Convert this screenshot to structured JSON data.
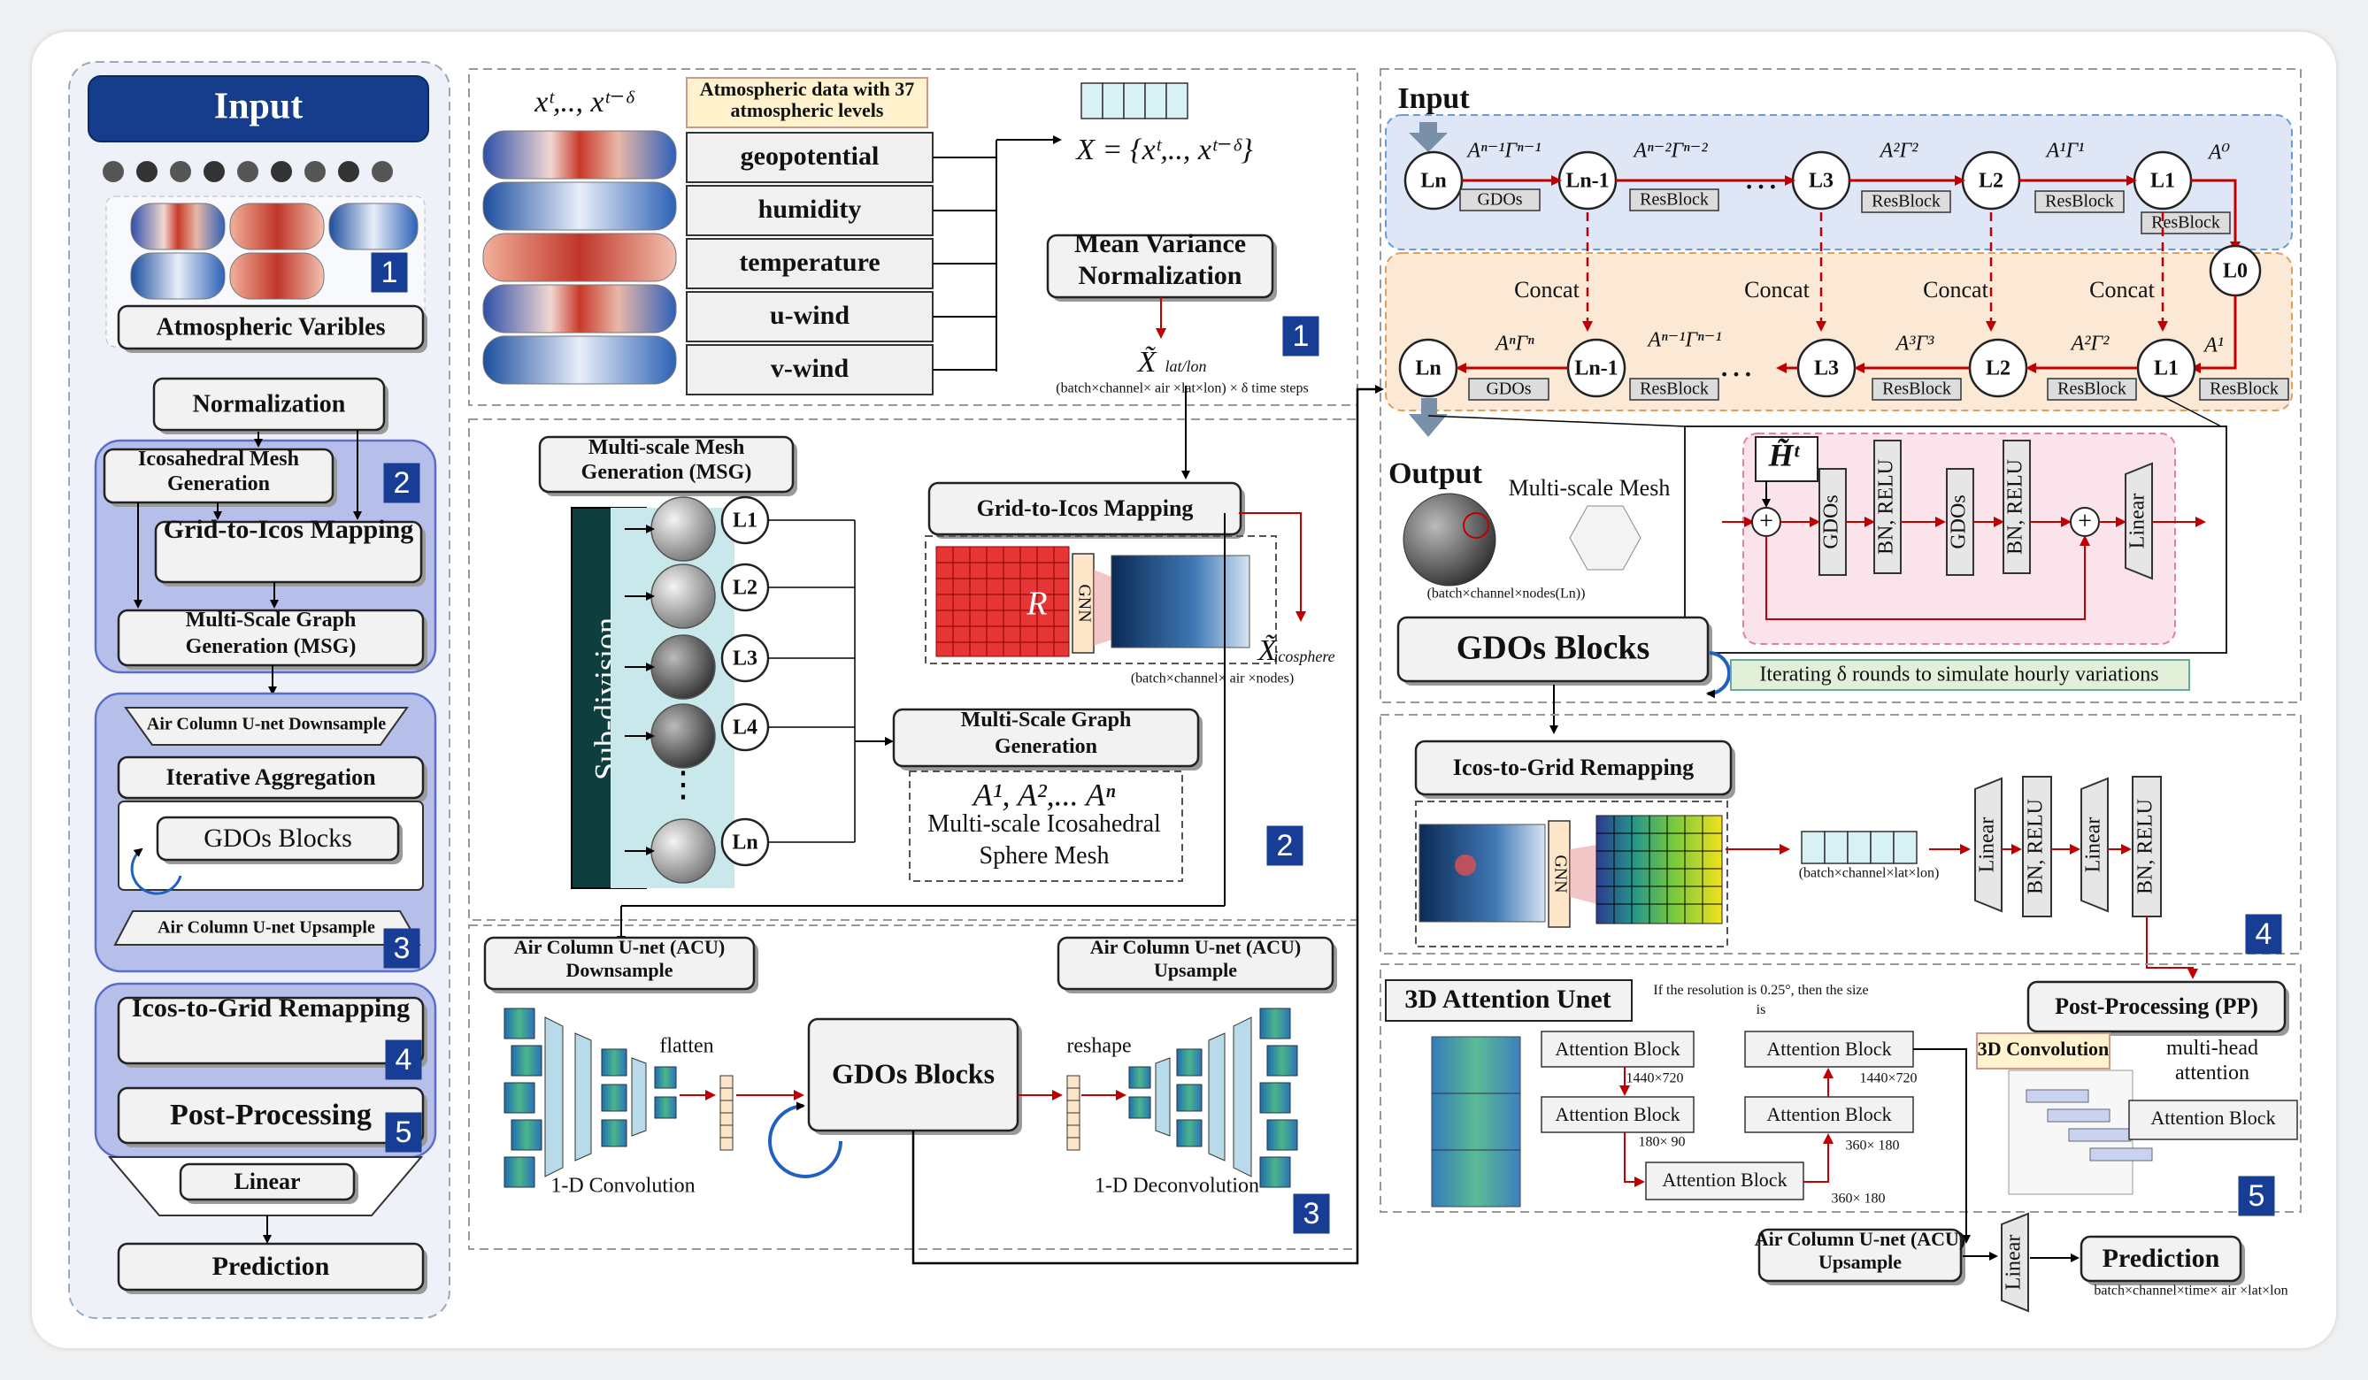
{
  "colors": {
    "blue_fill": "#dfe6f6",
    "left_panel": "#eef2f8",
    "title_fill": "#163d8c",
    "badge": "#173d95",
    "arrow_red": "#c00000",
    "orange_fill": "#fbe9d5",
    "pink_fill": "#fbe3ec",
    "green_note": "#e2f0d9",
    "yellow_label": "#fff2cc",
    "purple": "#5b6ec9"
  },
  "left": {
    "title": "Input",
    "atmos": "Atmospheric Varibles",
    "norm": "Normalization",
    "ico_mesh": "Icosahedral Mesh Generation",
    "g2i": "Grid-to-Icos Mapping",
    "msg": "Multi-Scale Graph Generation (MSG)",
    "acu_down": "Air Column U-net Downsample",
    "iter": "Iterative Aggregation",
    "gdos": "GDOs Blocks",
    "acu_up": "Air Column U-net Upsample",
    "i2g": "Icos-to-Grid Remapping",
    "post": "Post-Processing",
    "linear": "Linear",
    "pred": "Prediction",
    "badges": [
      "1",
      "2",
      "3",
      "4",
      "5"
    ]
  },
  "p1": {
    "xseq": "xᵗ,.., xᵗ⁻ᵟ",
    "atm_title": "Atmospheric data with 37 atmospheric levels",
    "vars": [
      "geopotential",
      "humidity",
      "temperature",
      "u-wind",
      "v-wind"
    ],
    "X_eq": "X = {xᵗ,.., xᵗ⁻ᵟ}",
    "mvn": "Mean Variance Normalization",
    "xlatlon": "X̃",
    "xlatlon_sub": "lat/lon",
    "xlatlon_dim": "(batch×channel× air ×lat×lon) × δ time steps",
    "badge": "1"
  },
  "p2": {
    "msg_title": "Multi-scale Mesh Generation (MSG)",
    "subdiv": "Sub-division",
    "levels": [
      "L1",
      "L2",
      "L3",
      "L4",
      "Ln"
    ],
    "g2i": "Grid-to-Icos Mapping",
    "gnn": "GNN",
    "R": "R",
    "xico": "X̃",
    "xico_sub": "icosphere",
    "xico_dim": "(batch×channel× air ×nodes)",
    "msgg": "Multi-Scale Graph Generation",
    "A_seq": "A¹, A²,... Aⁿ",
    "mim": "Multi-scale Icosahedral Sphere Mesh",
    "badge": "2"
  },
  "p3": {
    "acu_down": "Air Column U-net (ACU) Downsample",
    "acu_up": "Air Column U-net (ACU) Upsample",
    "flatten": "flatten",
    "reshape": "reshape",
    "gdos": "GDOs Blocks",
    "conv": "1-D Convolution",
    "deconv": "1-D Deconvolution",
    "badge": "3"
  },
  "r1": {
    "input": "Input",
    "top_nodes": [
      "Ln",
      "Ln-1",
      "L3",
      "L2",
      "L1"
    ],
    "top_labels": [
      "Aⁿ⁻¹Γⁿ⁻¹",
      "Aⁿ⁻²Γⁿ⁻²",
      "A²Γ²",
      "A¹Γ¹",
      "A⁰"
    ],
    "top_tags": [
      "GDOs",
      "ResBlock",
      "ResBlock",
      "ResBlock",
      "ResBlock"
    ],
    "dots": "…",
    "l0": "L0",
    "concat": [
      "Concat",
      "Concat",
      "Concat",
      "Concat"
    ],
    "bot_nodes": [
      "Ln",
      "Ln-1",
      "L3",
      "L2",
      "L1"
    ],
    "bot_labels": [
      "AⁿΓⁿ",
      "Aⁿ⁻¹Γⁿ⁻¹",
      "A³Γ³",
      "A²Γ²",
      "A¹"
    ],
    "bot_tags": [
      "GDOs",
      "ResBlock",
      "ResBlock",
      "ResBlock",
      "ResBlock"
    ],
    "output": "Output",
    "out_dim": "(batch×channel×nodes(Ln))",
    "msm": "Multi-scale Mesh",
    "Ht": "H̃ᵗ",
    "blocks": [
      "GDOs",
      "BN, RELU",
      "GDOs",
      "BN, RELU",
      "Linear"
    ],
    "gdos_big": "GDOs Blocks",
    "iter_note": "Iterating δ rounds to simulate hourly variations"
  },
  "r4": {
    "i2g": "Icos-to-Grid Remapping",
    "gnn": "GNN",
    "dim": "(batch×channel×lat×lon)",
    "blocks": [
      "Linear",
      "BN, RELU",
      "Linear",
      "BN, RELU"
    ],
    "badge": "4"
  },
  "r5": {
    "title": "3D Attention Unet",
    "note": "If the resolution is 0.25°, then the size is 1440×720",
    "att": "Attention Block",
    "sizes": [
      "1440×720",
      "360× 180",
      "1440×720",
      "360× 180",
      "180× 90"
    ],
    "pp": "Post-Processing (PP)",
    "conv3d": "3D Convolution",
    "mha": "multi-head attention",
    "acu_up": "Air Column U-net (ACU) Upsample",
    "linear": "Linear",
    "pred": "Prediction",
    "pred_dim": "batch×channel×time× air ×lat×lon",
    "badge": "5"
  }
}
